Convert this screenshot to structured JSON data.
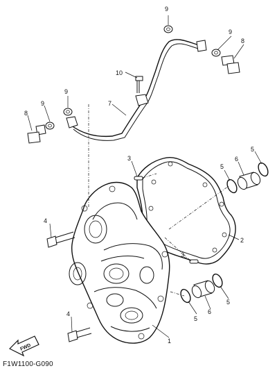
{
  "figure_code": "F1W1100-G090",
  "fwd_label": "FWD",
  "callouts": {
    "c1": "1",
    "c2": "2",
    "c3a": "3",
    "c3b": "3",
    "c4a": "4",
    "c4b": "4",
    "c5a": "5",
    "c5b": "5",
    "c5c": "5",
    "c5d": "5",
    "c6a": "6",
    "c6b": "6",
    "c7": "7",
    "c8a": "8",
    "c8b": "8",
    "c9a": "9",
    "c9b": "9",
    "c9c": "9",
    "c9d": "9",
    "c10": "10"
  }
}
